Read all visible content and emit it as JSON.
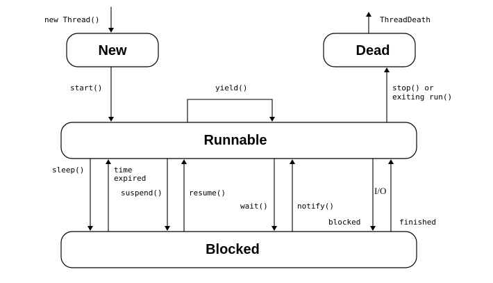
{
  "states": {
    "new": "New",
    "dead": "Dead",
    "runnable": "Runnable",
    "blocked": "Blocked"
  },
  "labels": {
    "new_thread": "new Thread()",
    "thread_death": "ThreadDeath",
    "start": "start()",
    "yield": "yield()",
    "stop_line1": "stop() or",
    "stop_line2": "exiting run()",
    "sleep": "sleep()",
    "time_line1": "time",
    "time_line2": "expired",
    "suspend": "suspend()",
    "resume": "resume()",
    "wait": "wait()",
    "notify": "notify()",
    "io": "I/O",
    "blocked": "blocked",
    "finished": "finished"
  }
}
